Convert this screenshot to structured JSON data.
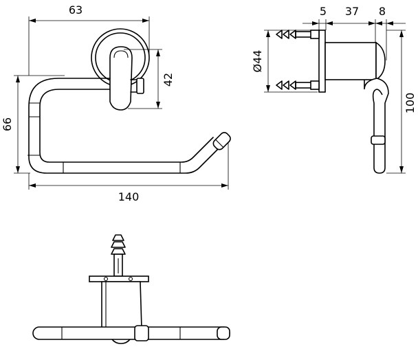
{
  "front_view": {
    "dim_width_top": "63",
    "dim_height_holder": "42",
    "dim_height_total": "66",
    "dim_length": "140"
  },
  "side_view": {
    "dim_base": "5",
    "dim_body": "37",
    "dim_end": "8",
    "dim_diameter": "Ø44",
    "dim_height": "100"
  }
}
